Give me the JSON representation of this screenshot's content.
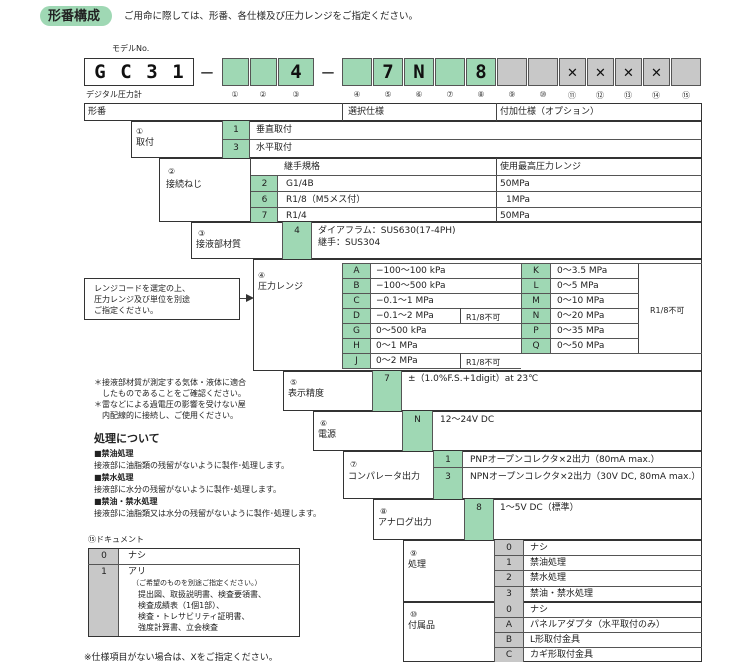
{
  "header": {
    "title": "形番構成",
    "intro": "ご用命に際しては、形番、各仕様及び圧力レンジをご指定ください。"
  },
  "model": {
    "label": "モデルNo.",
    "sub": "デジタル圧力計",
    "prefix": [
      "G",
      "C",
      "3",
      "1"
    ],
    "dash": "—",
    "cell4": "4",
    "cell7": "7",
    "cell8": "N",
    "cell9": "8",
    "xs": [
      "✕",
      "✕",
      "✕",
      "✕"
    ],
    "positions": [
      "①",
      "②",
      "③",
      "④",
      "⑤",
      "⑥",
      "⑦",
      "⑧",
      "⑨",
      "⑩",
      "⑪",
      "⑫",
      "⑬",
      "⑭",
      "⑮"
    ]
  },
  "cols": {
    "katban": "形番",
    "select": "選択仕様",
    "option": "付加仕様（オプション）"
  },
  "mount": {
    "num": "①",
    "name": "取付",
    "items": [
      {
        "code": "1",
        "label": "垂直取付"
      },
      {
        "code": "3",
        "label": "水平取付"
      }
    ]
  },
  "thread": {
    "num": "②",
    "name": "接続ねじ",
    "h1": "継手規格",
    "h2": "使用最高圧力レンジ",
    "items": [
      {
        "code": "2",
        "spec": "G1/4B",
        "max": "50MPa"
      },
      {
        "code": "6",
        "spec": "R1/8（M5メス付）",
        "max": "1MPa"
      },
      {
        "code": "7",
        "spec": "R1/4",
        "max": "50MPa"
      }
    ]
  },
  "wetted": {
    "num": "③",
    "name": "接液部材質",
    "code": "4",
    "l1": "ダイアフラム：SUS630(17-4PH)",
    "l2": "継手：SUS304"
  },
  "range_note": [
    "レンジコードを選定の上、",
    "圧力レンジ及び単位を別途",
    "ご指定ください。"
  ],
  "range": {
    "num": "④",
    "name": "圧力レンジ",
    "left": [
      {
        "code": "A",
        "label": "−100〜100 kPa",
        "note": ""
      },
      {
        "code": "B",
        "label": "−100〜500 kPa",
        "note": ""
      },
      {
        "code": "C",
        "label": "−0.1〜1 MPa",
        "note": ""
      },
      {
        "code": "D",
        "label": "−0.1〜2 MPa",
        "note": "R1/8不可"
      },
      {
        "code": "G",
        "label": "0〜500 kPa",
        "note": ""
      },
      {
        "code": "H",
        "label": "0〜1 MPa",
        "note": ""
      },
      {
        "code": "J",
        "label": "0〜2 MPa",
        "note": "R1/8不可"
      }
    ],
    "right": [
      {
        "code": "K",
        "label": "0〜3.5 MPa"
      },
      {
        "code": "L",
        "label": "0〜5 MPa"
      },
      {
        "code": "M",
        "label": "0〜10 MPa"
      },
      {
        "code": "N",
        "label": "0〜20 MPa"
      },
      {
        "code": "P",
        "label": "0〜35 MPa"
      },
      {
        "code": "Q",
        "label": "0〜50 MPa"
      }
    ],
    "right_note": "R1/8不可"
  },
  "accuracy": {
    "num": "⑤",
    "name": "表示精度",
    "code": "7",
    "label": "±（1.0%F.S.+1digit）at 23℃"
  },
  "power": {
    "num": "⑥",
    "name": "電源",
    "code": "N",
    "label": "12〜24V DC"
  },
  "comparator": {
    "num": "⑦",
    "name": "コンパレータ出力",
    "items": [
      {
        "code": "1",
        "label": "PNPオープンコレクタ×2出力（80mA max.）"
      },
      {
        "code": "3",
        "label": "NPNオープンコレクタ×2出力（30V DC, 80mA max.）"
      }
    ]
  },
  "analog": {
    "num": "⑧",
    "name": "アナログ出力",
    "code": "8",
    "label": "1〜5V DC（標準）"
  },
  "notes_left": [
    "＊接液部材質が測定する気体・液体に適合",
    "　したものであることをご確認ください。",
    "＊雷などによる過電圧の影響を受けない屋",
    "　内配線的に接続し、ご使用ください。"
  ],
  "treatment": {
    "title": "処理について",
    "items": [
      {
        "h": "■禁油処理",
        "d": "接液部に油脂類の残留がないように製作･処理します。"
      },
      {
        "h": "■禁水処理",
        "d": "接液部に水分の残留がないように製作･処理します。"
      },
      {
        "h": "■禁油・禁水処理",
        "d": "接液部に油脂類又は水分の残留がないように製作･処理します。"
      }
    ]
  },
  "document": {
    "num": "⑮",
    "name": "ドキュメント",
    "items": [
      {
        "code": "0",
        "label": "ナシ"
      },
      {
        "code": "1",
        "label": "アリ"
      }
    ],
    "sub": [
      "（ご希望のものを別途ご指定ください。）",
      "提出図、取扱説明書、検査要領書、",
      "検査成績表（1個1部）、",
      "検査・トレサビリティ証明書、",
      "強度計算書、立会検査"
    ]
  },
  "process": {
    "num": "⑨",
    "name": "処理",
    "items": [
      {
        "code": "0",
        "label": "ナシ"
      },
      {
        "code": "1",
        "label": "禁油処理"
      },
      {
        "code": "2",
        "label": "禁水処理"
      },
      {
        "code": "3",
        "label": "禁油・禁水処理"
      }
    ]
  },
  "accessory": {
    "num": "⑩",
    "name": "付属品",
    "items": [
      {
        "code": "0",
        "label": "ナシ"
      },
      {
        "code": "A",
        "label": "パネルアダプタ（水平取付のみ）"
      },
      {
        "code": "B",
        "label": "L形取付金具"
      },
      {
        "code": "C",
        "label": "カギ形取付金具"
      }
    ]
  },
  "footer": "※仕様項目がない場合は、Xをご指定ください。"
}
